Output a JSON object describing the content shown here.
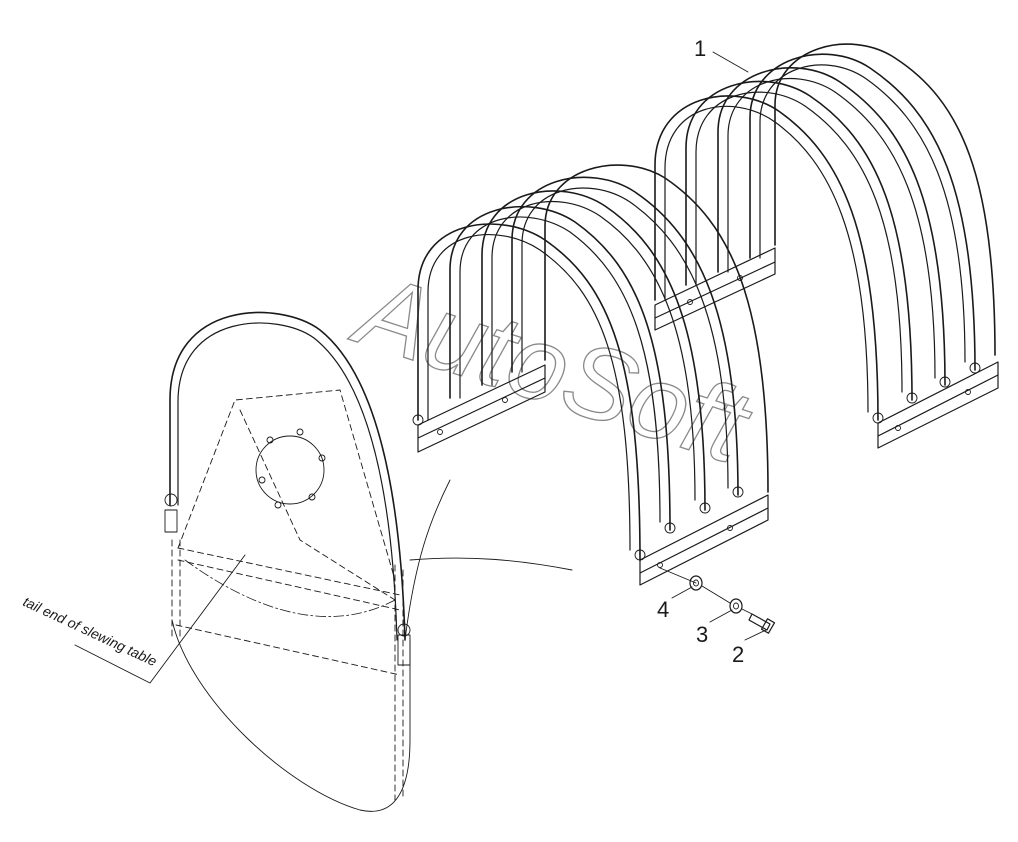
{
  "watermark": "AutoSoft",
  "callouts": {
    "tail_end": "tail end of slewing table"
  },
  "part_labels": {
    "p1": "1",
    "p2": "2",
    "p3": "3",
    "p4": "4"
  }
}
